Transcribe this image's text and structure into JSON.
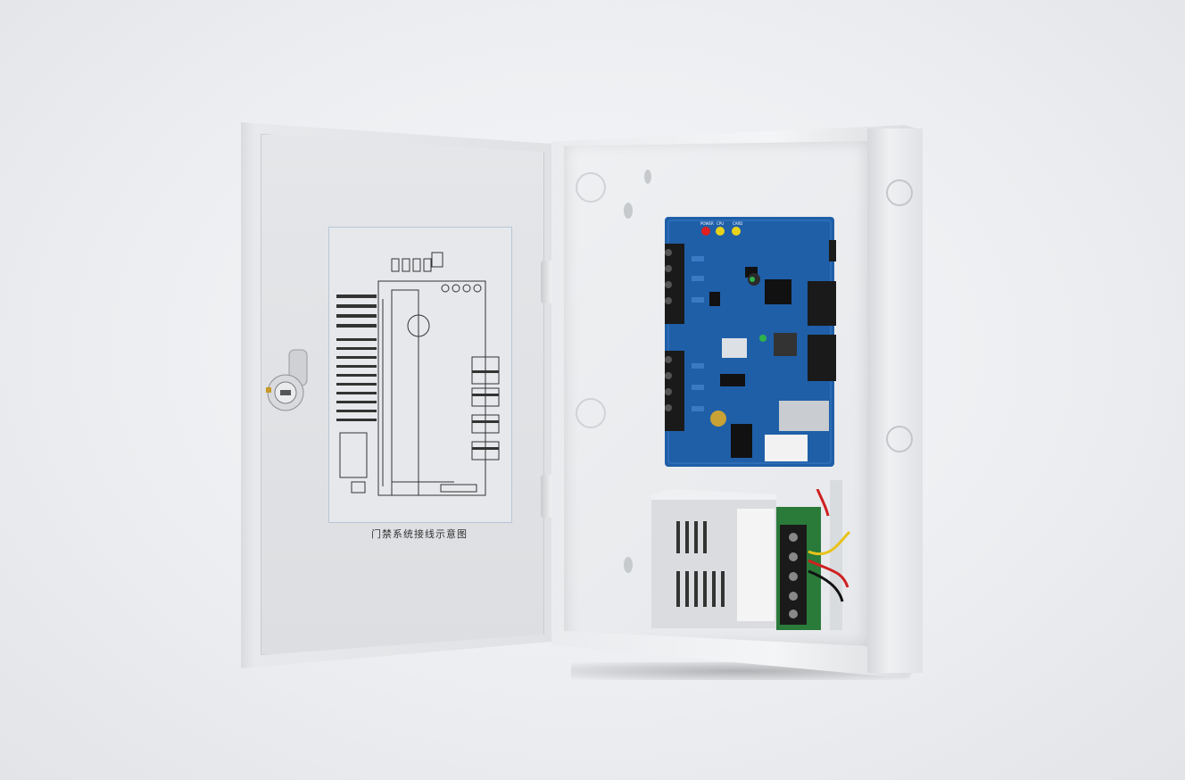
{
  "door": {
    "caption": "门禁系统接线示意图"
  },
  "pcb": {
    "led_labels": [
      "POWER",
      "CPU",
      "CARD"
    ]
  },
  "colors": {
    "background": "#eceef1",
    "metal": "#e4e6e9",
    "pcb": "#1f5fa8",
    "terminal": "#1a1a1a",
    "led_red": "#e02020",
    "led_yellow": "#e6d21a"
  }
}
